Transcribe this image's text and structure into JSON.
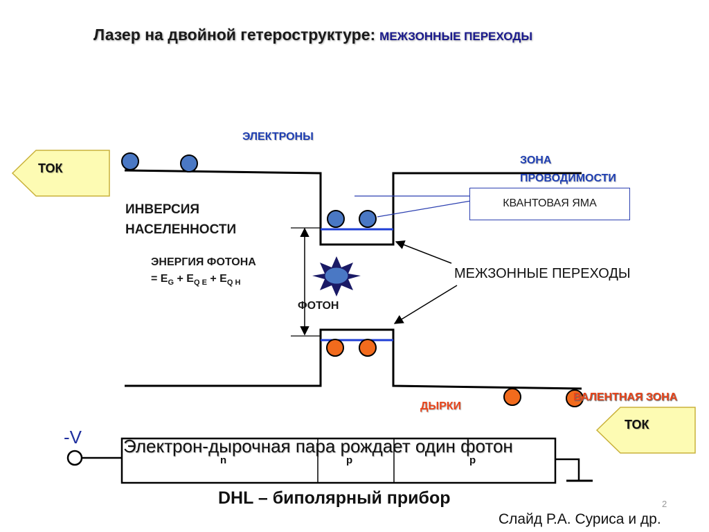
{
  "title": {
    "main": "Лазер на двойной гетероструктуре:",
    "sub": "МЕЖЗОННЫЕ ПЕРЕХОДЫ"
  },
  "labels": {
    "electrons": "ЭЛЕКТРОНЫ",
    "conduction_band_line1": "ЗОНА",
    "conduction_band_line2": "ПРОВОДИМОСТИ",
    "quantum_well": "КВАНТОВАЯ ЯМА",
    "inversion_line1": "ИНВЕРСИЯ",
    "inversion_line2": "НАСЕЛЕННОСТИ",
    "photon_energy_line1": "ЭНЕРГИЯ ФОТОНА",
    "photon_energy_eq": "=",
    "photon_energy_plus": "+",
    "e_symbol": "E",
    "sub_g": "G",
    "sub_qe": "Q E",
    "sub_qh": "Q H",
    "interband_transitions": "МЕЖЗОННЫЕ ПЕРЕХОДЫ",
    "photon": "ФОТОН",
    "holes": "ДЫРКИ",
    "valence_band": "ВАЛЕНТНАЯ ЗОНА",
    "current_left": "ТОК",
    "current_right": "ТОК"
  },
  "device": {
    "voltage": "-V",
    "pair_text": "Электрон-дырочная пара рождает один фотон",
    "region_n": "n",
    "region_p1": "p",
    "region_p2": "p",
    "caption": "DHL – биполярный прибор"
  },
  "page_number": "2",
  "credit": "Слайд  Р.А. Суриса и др.",
  "colors": {
    "electron": "#4a78c4",
    "hole": "#f26b1d",
    "arrow_fill": "#fdfbb3",
    "arrow_stroke": "#c9b13a",
    "level_line": "#1f3fd6",
    "label_blue": "#1f3fb2",
    "label_orange": "#e8451c"
  },
  "icons": {
    "photon": "starburst-icon",
    "ground": "ground-icon",
    "terminal": "terminal-circle-icon"
  }
}
